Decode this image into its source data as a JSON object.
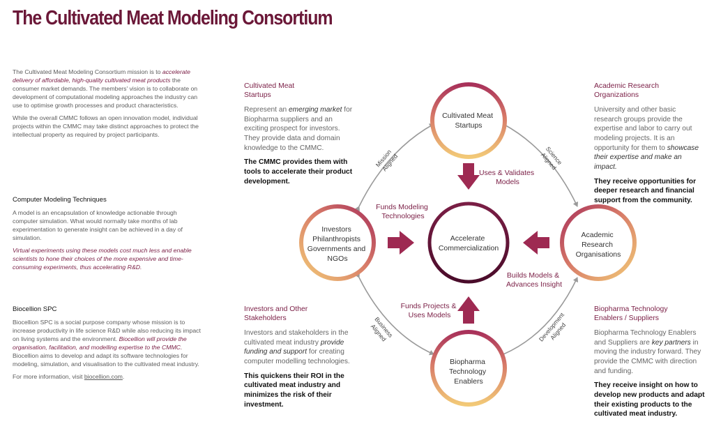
{
  "title": "The Cultivated Meat Modeling Consortium",
  "left": {
    "mission": {
      "p1_a": "The Cultivated Meat Modeling Consortium mission is to ",
      "p1_em": "accelerate delivery of affordable, high-quality cultivated meat products",
      "p1_b": " the consumer market demands. The members' vision is to collaborate on development of computational modeling approaches the industry can use to optimise growth processes and product characteristics.",
      "p2": "While the overall CMMC follows an open innovation model, individual projects within the CMMC may take distinct approaches to protect the intellectual property as required by project participants."
    },
    "modeling": {
      "heading": "Computer Modeling Techniques",
      "p1": "A model is an encapsulation of knowledge actionable through computer simulation. What would normally take months of lab experimentation to generate insight can be achieved in a day of simulation.",
      "p2": "Virtual experiments using these models cost much less and enable scientists to hone their choices of the more expensive and time-consuming experiments, thus accelerating R&D."
    },
    "biocellion": {
      "heading": "Biocellion SPC",
      "p1_a": "Biocellion SPC is a social purpose company whose mission is to increase productivity in life science R&D while also reducing its impact on living systems and the environment. ",
      "p1_em": "Biocellion will provide the organisation, facilitation, and modelling expertise to the CMMC.",
      "p1_b": " Biocellion aims to develop and adapt its software technologies for modeling, simulation, and visualisation to the cultivated meat industry.",
      "p2_a": "For more information, visit ",
      "p2_link": "biocellion.com",
      "p2_b": "."
    }
  },
  "stakeholders": {
    "startups": {
      "heading": "Cultivated Meat Startups",
      "p1_a": "Represent an ",
      "p1_em": "emerging market",
      "p1_b": " for Biopharma suppliers and an exciting prospect for investors. They provide data and domain knowledge to the CMMC.",
      "p2": "The CMMC provides them with tools to accelerate their product development."
    },
    "academic": {
      "heading": "Academic Research Organizations",
      "p1_a": "University and other basic research groups provide the expertise and labor to carry out modeling projects. It is an opportunity for them to ",
      "p1_em": "showcase their expertise and make an impact.",
      "p2": "They receive opportunities for deeper research and financial support from the community."
    },
    "investors": {
      "heading": "Investors and Other Stakeholders",
      "p1_a": "Investors and stakeholders in the cultivated meat industry ",
      "p1_em": "provide funding and support",
      "p1_b": " for creating computer modelling technologies.",
      "p2": "This quickens their ROI in the cultivated meat industry and minimizes the risk of their investment."
    },
    "biopharma": {
      "heading": "Biopharma Technology Enablers / Suppliers",
      "p1_a": "Biopharma Technology Enablers and Suppliers are ",
      "p1_em": "key partners",
      "p1_b": " in moving the industry forward. They provide the CMMC with direction and funding.",
      "p2": "They receive insight on how to develop new products and adapt their existing products to the cultivated meat industry."
    }
  },
  "diagram": {
    "center": [
      "Accelerate",
      "Commercialization"
    ],
    "top": [
      "Cultivated Meat",
      "Startups"
    ],
    "left": [
      "Investors",
      "Philanthropists",
      "Governments and",
      "NGOs"
    ],
    "right": [
      "Academic",
      "Research",
      "Organisations"
    ],
    "bottom": [
      "Biopharma",
      "Technology",
      "Enablers"
    ],
    "arrow_top_label": [
      "Uses & Validates",
      "Models"
    ],
    "arrow_left_label": [
      "Funds Modeling",
      "Technologies"
    ],
    "arrow_right_label": [
      "Builds Models &",
      "Advances Insight"
    ],
    "arrow_bottom_label": [
      "Funds Projects &",
      "Uses Models"
    ],
    "link_mission": [
      "Mission",
      "Aligned"
    ],
    "link_science": [
      "Science",
      "Aligned"
    ],
    "link_business": [
      "Business",
      "Aligned"
    ],
    "link_development": [
      "Development",
      "Aligned"
    ]
  },
  "colors": {
    "maroon": "#6b1838",
    "ring_light": "#f2c977",
    "ring_dark": "#9e2a52",
    "arrow": "#9e2a52",
    "connector": "#9a9a9a"
  }
}
